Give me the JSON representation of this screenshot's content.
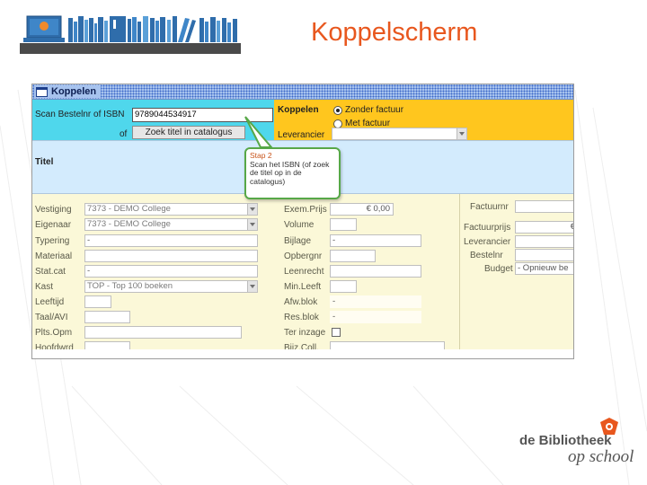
{
  "slide": {
    "title": "Koppelscherm"
  },
  "window": {
    "title": "Koppelen"
  },
  "scan": {
    "label": "Scan Bestelnr of ISBN",
    "value": "9789044534917",
    "of_label": "of",
    "search_button": "Zoek titel in catalogus"
  },
  "koppelen": {
    "label": "Koppelen",
    "option_1": "Zonder factuur",
    "option_2": "Met factuur",
    "selected": "Zonder factuur",
    "leverancier_label": "Leverancier"
  },
  "titel": {
    "label": "Titel"
  },
  "callout": {
    "title": "Stap 2",
    "text": "Scan het ISBN (of zoek de titel op in de catalogus)"
  },
  "left_fields": [
    {
      "label": "Vestiging",
      "value": "7373 - DEMO College",
      "kind": "dropdown"
    },
    {
      "label": "Eigenaar",
      "value": "7373 - DEMO College",
      "kind": "dropdown"
    },
    {
      "label": "Typering",
      "value": "-",
      "kind": "text"
    },
    {
      "label": "Materiaal",
      "value": "",
      "kind": "text"
    },
    {
      "label": "Stat.cat",
      "value": "-",
      "kind": "text"
    },
    {
      "label": "Kast",
      "value": "TOP - Top 100 boeken",
      "kind": "dropdown"
    },
    {
      "label": "Leeftijd",
      "value": "",
      "kind": "small"
    },
    {
      "label": "Taal/AVI",
      "value": "",
      "kind": "small"
    },
    {
      "label": "Plts.Opm",
      "value": "",
      "kind": "wide"
    },
    {
      "label": "Hoofdwrd",
      "value": "",
      "kind": "small"
    }
  ],
  "mid_fields": [
    {
      "label": "Exem.Prijs",
      "value": "€ 0,00"
    },
    {
      "label": "Volume",
      "value": ""
    },
    {
      "label": "Bijlage",
      "value": "-"
    },
    {
      "label": "Opbergnr",
      "value": ""
    },
    {
      "label": "Leenrecht",
      "value": ""
    },
    {
      "label": "Min.Leeft",
      "value": ""
    },
    {
      "label": "Afw.blok",
      "value": "-"
    },
    {
      "label": "Res.blok",
      "value": "-"
    },
    {
      "label": "Ter inzage",
      "value": ""
    },
    {
      "label": "Bijz.Coll.",
      "value": ""
    }
  ],
  "right_fields": [
    {
      "label": "Factuurnr",
      "value": ""
    },
    {
      "label": "Factuurprijs",
      "value": "€"
    },
    {
      "label": "Leverancier",
      "value": ""
    },
    {
      "label": "Bestelnr",
      "value": ""
    },
    {
      "label": "Budget",
      "value": "- Opnieuw be"
    }
  ],
  "footer": {
    "logo_line1": "de Bibliotheek",
    "logo_line2": "op school"
  },
  "colors": {
    "title_orange": "#e8571e",
    "scan_cyan": "#4fd7ec",
    "koppel_yellow": "#ffc61e",
    "callout_green": "#57a848",
    "banner_blue": "#2f6dab",
    "banner_grey": "#4a4a4a"
  }
}
